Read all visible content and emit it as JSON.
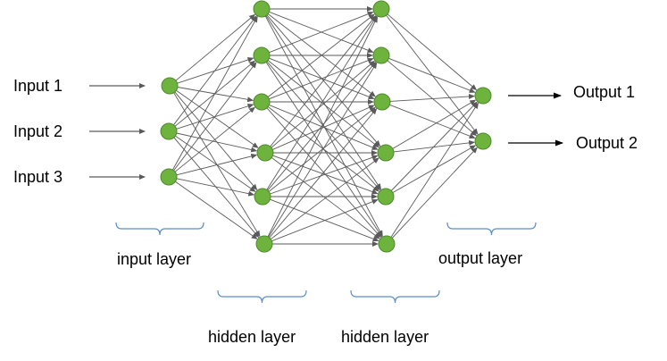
{
  "inputs": [
    "Input 1",
    "Input 2",
    "Input 3"
  ],
  "outputs": [
    "Output 1",
    "Output 2"
  ],
  "layers": {
    "input": "input layer",
    "hidden1": "hidden layer",
    "hidden2": "hidden layer",
    "output": "output layer"
  },
  "colors": {
    "node_fill": "#6fb33f",
    "node_stroke": "#4e8a2a",
    "edge": "#5a5a5a",
    "brace": "#5b8ec9",
    "arrow": "#000000"
  }
}
